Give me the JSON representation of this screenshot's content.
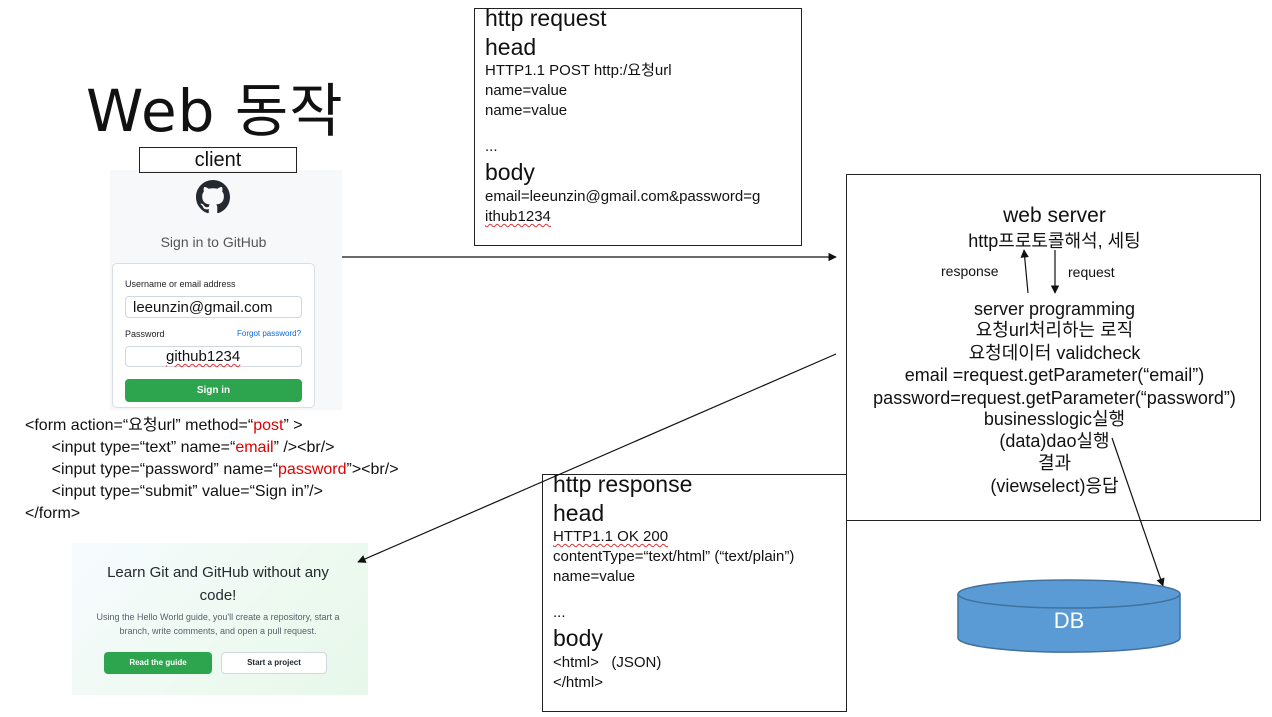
{
  "title": "Web 동작",
  "client_label": "client",
  "github_signin": {
    "heading": "Sign in to GitHub",
    "username_label": "Username or email address",
    "username_value": "leeunzin@gmail.com",
    "password_label": "Password",
    "forgot_link": "Forgot password?",
    "password_value": "github1234",
    "signin_button": "Sign in"
  },
  "form_code": {
    "line1_pre": "<form action=“요청url” method=“",
    "line1_method": "post",
    "line1_post": "” >",
    "line2_pre": "      <input type=“text” name=“",
    "line2_name": "email",
    "line2_post": "” /><br/>",
    "line3_pre": "      <input type=“password” name=“",
    "line3_name": "password",
    "line3_post": "”><br/>",
    "line4": "      <input type=“submit” value=“Sign in”/>",
    "line5": "</form>"
  },
  "http_request": {
    "title": "http request",
    "head_label": "head",
    "line1": "HTTP1.1 POST http:/요청url",
    "line2": "name=value",
    "line3": "name=value",
    "ellipsis": "...",
    "body_label": "body",
    "body_line1": "email=leeunzin@gmail.com&password=g",
    "body_line2": "ithub1234"
  },
  "web_server": {
    "title": "web server",
    "protocol": "http프로토콜해석, 세팅",
    "response_label": "response",
    "request_label": "request",
    "lines": [
      "server programming",
      "요청url처리하는 로직",
      "요청데이터 validcheck",
      "email =request.getParameter(“email”)",
      "password=request.getParameter(“password”)",
      "businesslogic실행",
      "(data)dao실행",
      "결과",
      "(viewselect)응답"
    ]
  },
  "db_label": "DB",
  "http_response": {
    "title": "http response",
    "head_label": "head",
    "line1": "HTTP1.1 OK 200",
    "line2": "contentType=“text/html” (“text/plain”)",
    "line3": "name=value",
    "ellipsis": "...",
    "body_label": "body",
    "body_line1": "<html>   (JSON)",
    "body_line2": "</html>"
  },
  "promo": {
    "title": "Learn Git and GitHub without any code!",
    "body": "Using the Hello World guide, you'll create a repository, start a branch, write comments, and open a pull request.",
    "primary_button": "Read the guide",
    "secondary_button": "Start a project"
  },
  "colors": {
    "db_fill": "#5b9bd5",
    "db_stroke": "#41719c",
    "github_green": "#2da44e",
    "highlight_red": "#e00000",
    "link_blue": "#0969da"
  }
}
